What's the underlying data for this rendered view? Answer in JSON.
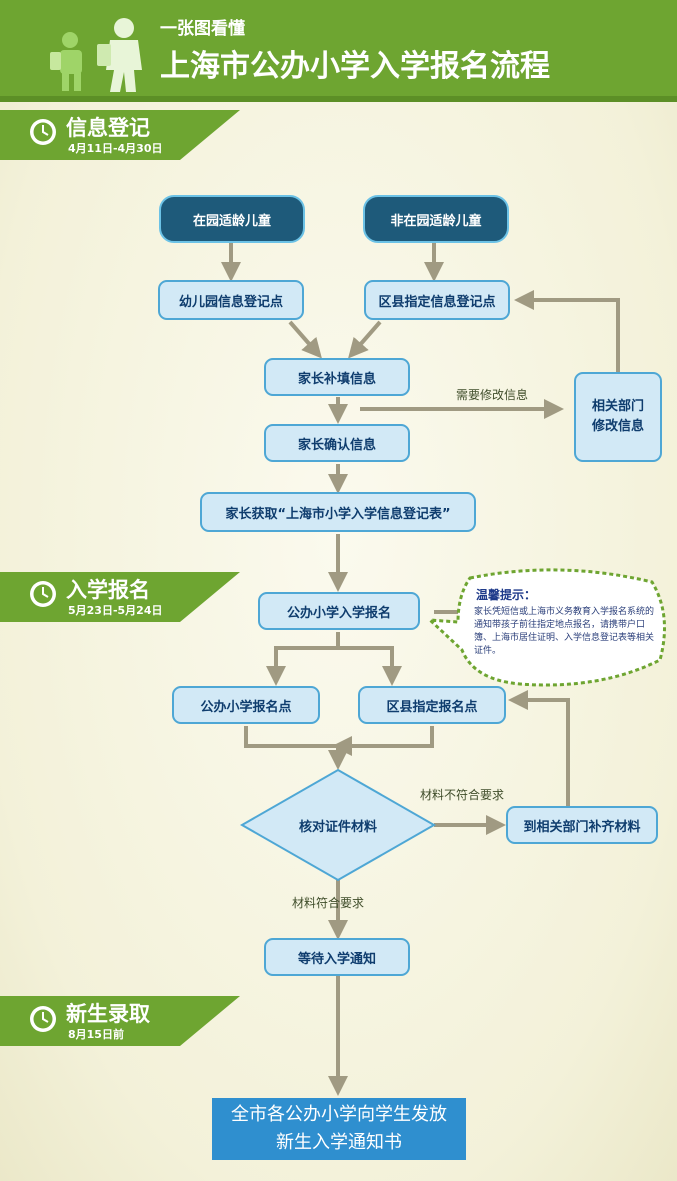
{
  "header": {
    "subtitle": "一张图看懂",
    "title": "上海市公办小学入学报名流程"
  },
  "sections": [
    {
      "title": "信息登记",
      "date": "4月11日-4月30日"
    },
    {
      "title": "入学报名",
      "date": "5月23日-5月24日"
    },
    {
      "title": "新生录取",
      "date": "8月15日前"
    }
  ],
  "nodes": {
    "in_kindergarten": "在园适龄儿童",
    "not_in_kindergarten": "非在园适龄儿童",
    "kindergarten_point": "幼儿园信息登记点",
    "district_info_point": "区县指定信息登记点",
    "parent_supplement": "家长补填信息",
    "dept_line1": "相关部门",
    "dept_line2": "修改信息",
    "parent_confirm": "家长确认信息",
    "parent_get_form": "家长获取“上海市小学入学信息登记表”",
    "public_enroll": "公办小学入学报名",
    "public_point": "公办小学报名点",
    "district_enroll_point": "区县指定报名点",
    "verify_docs": "核对证件材料",
    "supplement_docs": "到相关部门补齐材料",
    "wait_notice": "等待入学通知",
    "final_line1": "全市各公办小学向学生发放",
    "final_line2": "新生入学通知书"
  },
  "edge_labels": {
    "need_modify": "需要修改信息",
    "not_meet": "材料不符合要求",
    "meet": "材料符合要求"
  },
  "tip": {
    "title": "温馨提示：",
    "body": "家长凭短信或上海市义务教育入学报名系统的通知带孩子前往指定地点报名，请携带户口簿、上海市居住证明、入学信息登记表等相关证件。"
  },
  "colors": {
    "green": "#6ea531",
    "arrow": "#a09a82",
    "node_fill": "#d2e9f6",
    "node_border": "#4ea7d5",
    "dark_node": "#1e5a7a",
    "final_fill": "#2f8fcf"
  }
}
